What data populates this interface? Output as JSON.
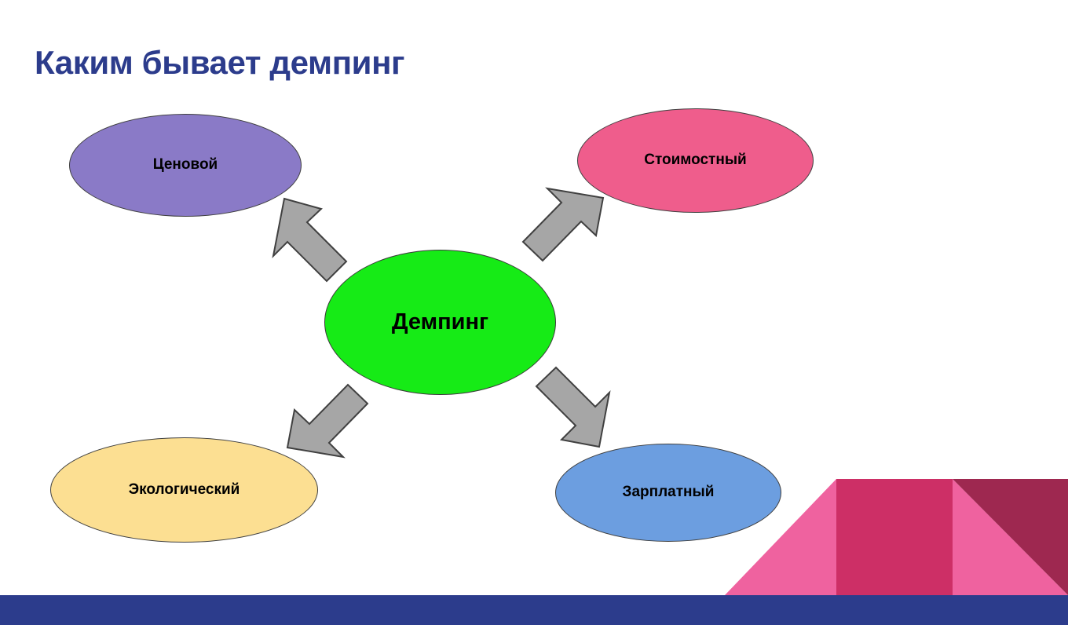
{
  "slide": {
    "title": "Каким бывает демпинг",
    "background_color": "#ffffff",
    "title_color": "#2c3c8c"
  },
  "diagram": {
    "type": "radial-concept-map",
    "center": {
      "id": "center",
      "label": "Демпинг",
      "fill_color": "#16eb16",
      "outline_color": "#3a3a3a",
      "text_color": "#000000"
    },
    "spokes": [
      {
        "id": "price",
        "label": "Ценовой",
        "fill_color": "#8a7ac7",
        "outline_color": "#3f3f3f",
        "text_color": "#000000",
        "direction": "up-left"
      },
      {
        "id": "cost",
        "label": "Стоимостный",
        "fill_color": "#ef5d8c",
        "outline_color": "#3f3f3f",
        "text_color": "#000000",
        "direction": "up-right"
      },
      {
        "id": "eco",
        "label": "Экологический",
        "fill_color": "#fcdf92",
        "outline_color": "#3f3f3f",
        "text_color": "#000000",
        "direction": "down-left"
      },
      {
        "id": "salary",
        "label": "Зарплатный",
        "fill_color": "#6c9ee0",
        "outline_color": "#3f3f3f",
        "text_color": "#000000",
        "direction": "down-right"
      }
    ],
    "connectors": [
      {
        "id": "arrow-up-left",
        "points_to": "price",
        "fill_color": "#a6a6a6",
        "outline_color": "#404040"
      },
      {
        "id": "arrow-up-right",
        "points_to": "cost",
        "fill_color": "#a6a6a6",
        "outline_color": "#404040"
      },
      {
        "id": "arrow-down-left",
        "points_to": "eco",
        "fill_color": "#a6a6a6",
        "outline_color": "#404040"
      },
      {
        "id": "arrow-down-right",
        "points_to": "salary",
        "fill_color": "#a6a6a6",
        "outline_color": "#404040"
      }
    ]
  },
  "decoration": {
    "light_pink": "#ef629f",
    "mid_pink": "#cd2f66",
    "dark_magenta": "#9e2850",
    "bottom_bar_color": "#2c3c8c"
  }
}
